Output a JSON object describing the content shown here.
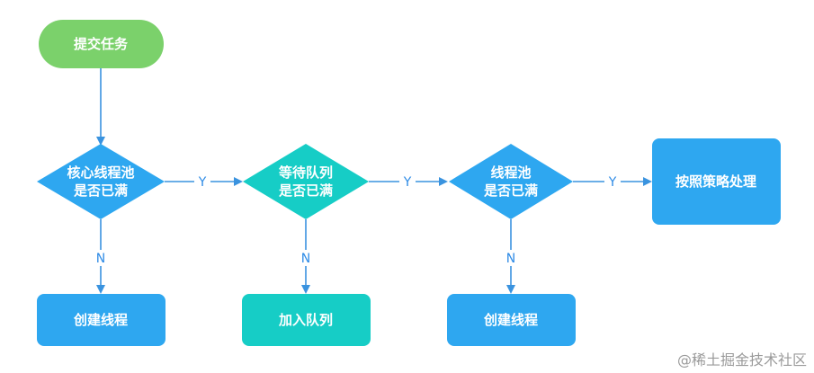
{
  "colors": {
    "start": "#7bd16b",
    "decision_blue": "#2ea7f0",
    "decision_teal": "#16cdc6",
    "process_blue": "#2ea7f0",
    "process_teal": "#16cdc6",
    "arrow": "#3a93df",
    "label": "#2e8be6"
  },
  "nodes": {
    "start": {
      "text": "提交任务"
    },
    "core_check": {
      "line1": "核心线程池",
      "line2": "是否已满"
    },
    "queue_check": {
      "line1": "等待队列",
      "line2": "是否已满"
    },
    "pool_check": {
      "line1": "线程池",
      "line2": "是否已满"
    },
    "policy": {
      "text": "按照策略处理"
    },
    "create_thread_1": {
      "text": "创建线程"
    },
    "add_queue": {
      "text": "加入队列"
    },
    "create_thread_2": {
      "text": "创建线程"
    }
  },
  "edges": {
    "core_to_queue": "Y",
    "queue_to_pool": "Y",
    "pool_to_policy": "Y",
    "core_to_create": "N",
    "queue_to_add": "N",
    "pool_to_create": "N"
  },
  "watermark": "@稀土掘金技术社区"
}
